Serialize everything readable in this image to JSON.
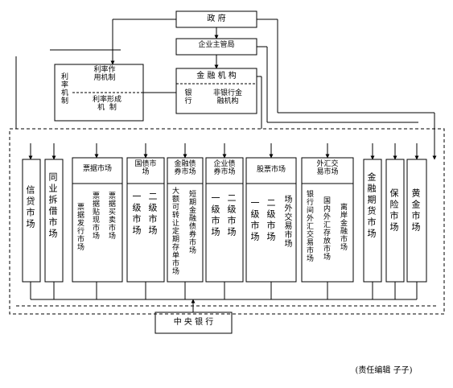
{
  "top": {
    "government": "政  府",
    "enterprise_bureau": "企业主管局",
    "financial_institutions": "金  融  机  构",
    "banks": "银\n行",
    "nonbank": "非银行金\n融机构"
  },
  "rate": {
    "mechanism": "利率作\n用机制",
    "rate_vertical": "利率机制",
    "formation": "利率形成\n机  制"
  },
  "markets": {
    "credit": "信贷市场",
    "interbank": "同业拆借市场",
    "bills": {
      "title": "票据市场",
      "subs": [
        "票据发行市场",
        "票据贴现市场",
        "票据买卖市场"
      ]
    },
    "treasury": {
      "title": "国债市\n场",
      "subs": [
        "一级市场",
        "二级市场"
      ]
    },
    "fin_bond": {
      "title": "金融债\n券市场",
      "subs": [
        "大额可转让定期存单市场",
        "短期金融债券市场"
      ]
    },
    "corp_bond": {
      "title": "企业债\n券市场",
      "subs": [
        "一级市场",
        "二级市场"
      ]
    },
    "stock": {
      "title": "股票市场",
      "subs": [
        "一级市场",
        "二级市场",
        "场外交易市场"
      ]
    },
    "forex": {
      "title": "外汇交\n易市场",
      "subs": [
        "银行间外汇交易市场",
        "国内外汇存放市场",
        "离岸金融市场"
      ]
    },
    "futures": "金融期货市场",
    "insurance": "保险市场",
    "gold": "黄金市场"
  },
  "central_bank": "中  央  银  行",
  "editor": "(责任编辑  子子)"
}
